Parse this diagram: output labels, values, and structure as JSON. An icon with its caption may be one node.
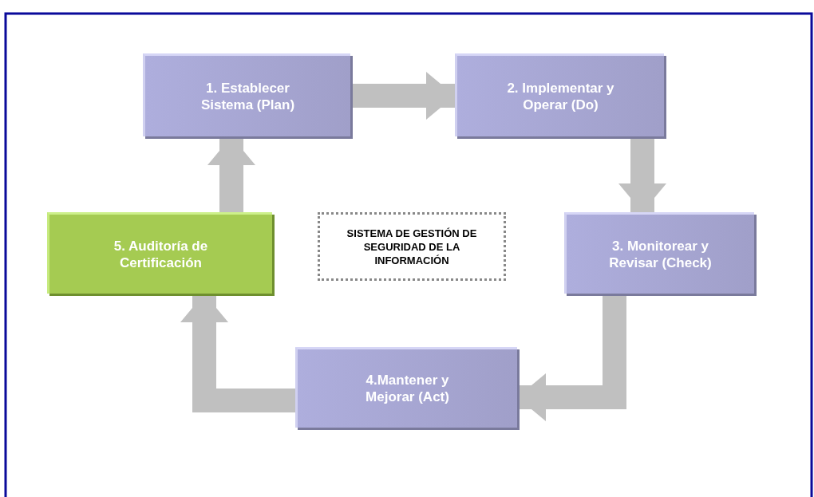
{
  "diagram": {
    "nodes": [
      {
        "text": [
          "1. Establecer Sistema (Plan)"
        ]
      },
      {
        "text": [
          "2. Implementar y Operar (Do)"
        ]
      },
      {
        "text": [
          "3. Monitorear y Revisar (Check)"
        ]
      },
      {
        "text": [
          "4.Mantener y Mejorar (Act)"
        ]
      },
      {
        "text": [
          "5. Auditoría de Certificación"
        ]
      },
      {
        "text": [
          "SISTEMA DE GESTIÓN DE SEGURIDAD DE LA INFORMACIÓN"
        ]
      }
    ],
    "edges": [
      {
        "from": 0,
        "to": 1,
        "arrow": "to"
      },
      {
        "from": 1,
        "to": 2,
        "arrow": "to"
      },
      {
        "from": 2,
        "to": 3,
        "arrow": "to"
      },
      {
        "from": 3,
        "to": 4,
        "arrow": "to"
      },
      {
        "from": 4,
        "to": 0,
        "arrow": "to"
      }
    ]
  }
}
